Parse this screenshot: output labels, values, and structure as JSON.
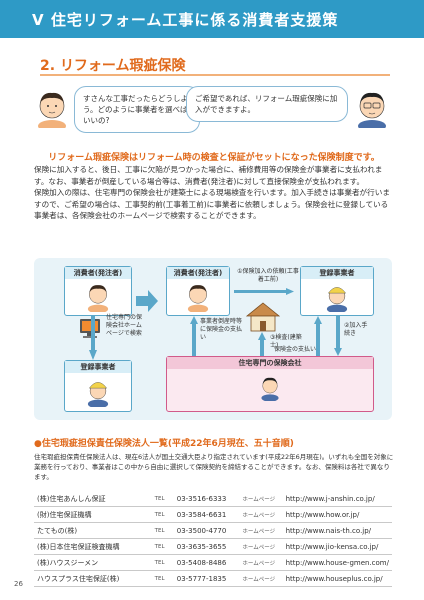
{
  "header": {
    "title": "V 住宅リフォーム工事に係る消費者支援策"
  },
  "section": {
    "number": "2.",
    "title": "リフォーム瑕疵保険"
  },
  "bubbles": {
    "left": "すさんな工事だったらどうしよう。どのように事業者を選べばいいの?",
    "right": "ご希望であれば、リフォーム瑕疵保険に加入ができますよ。"
  },
  "subheading": "リフォーム瑕疵保険はリフォーム時の検査と保証がセットになった保険制度です。",
  "paragraphs": [
    "保険に加入すると、後日、工事に欠陥が見つかった場合に、補修費用等の保険金が事業者に支払われます。なお、事業者が倒産している場合等は、消費者(発注者)に対して直接保険金が支払われます。",
    "保険加入の際は、住宅専門の保険会社が建築士による現場検査を行います。加入手続きは事業者が行いますので、ご希望の場合は、工事契約前(工事着工前)に事業者に依頼しましょう。保険会社に登録している事業者は、各保険会社のホームページで検索することができます。"
  ],
  "diagram": {
    "left_consumer": "消費者(発注者)",
    "left_note": "住宅専門の保険会社ホームページで検索",
    "left_registered": "登録事業者",
    "consumer": "消費者(発注者)",
    "registered": "登録事業者",
    "step1": "①保険加入の依頼(工事着工前)",
    "step2": "②加入手続き",
    "step3": "③検査(建築士)",
    "payment_note": "事業者倒産時等に保険金の支払い",
    "payment": "保険金の支払い",
    "insurer": "住宅専門の保険会社"
  },
  "list": {
    "title": "●住宅瑕疵担保責任保険法人一覧(平成22年6月現在、五十音順)",
    "description": "住宅瑕疵担保責任保険法人は、現在6法人が国土交通大臣より指定されています(平成22年6月現在)。いずれも全国を対象に業務を行っており、事業者はこの中から自由に選択して保険契約を締結することができます。なお、保険料は各社で異なります。",
    "tel_label": "TEL",
    "hp_label": "ホームページ",
    "rows": [
      {
        "name": "(株)住宅あんしん保証",
        "tel": "03-3516-6333",
        "url": "http://www.j-anshin.co.jp/"
      },
      {
        "name": "(財)住宅保証機構",
        "tel": "03-3584-6631",
        "url": "http://www.how.or.jp/"
      },
      {
        "name": "たてもの(株)",
        "tel": "03-3500-4770",
        "url": "http://www.nais-th.co.jp/"
      },
      {
        "name": "(株)日本住宅保証検査機構",
        "tel": "03-3635-3655",
        "url": "http://www.jio-kensa.co.jp/"
      },
      {
        "name": "(株)ハウスジーメン",
        "tel": "03-5408-8486",
        "url": "http://www.house-gmen.com/"
      },
      {
        "name": "ハウスプラス住宅保証(株)",
        "tel": "03-5777-1835",
        "url": "http://www.houseplus.co.jp/"
      }
    ]
  },
  "page_number": "26"
}
